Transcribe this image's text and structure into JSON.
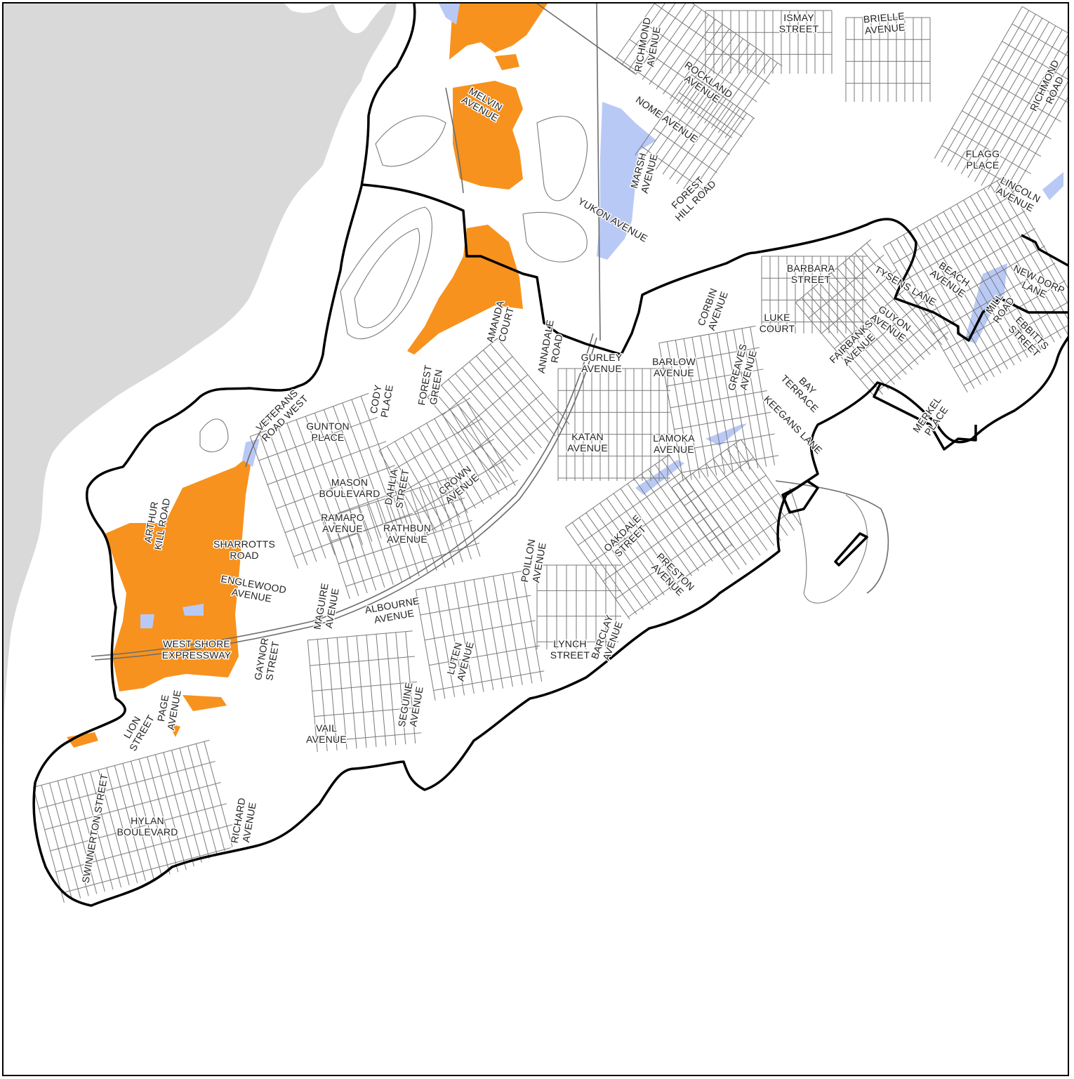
{
  "colors": {
    "water": "#d9d9d9",
    "land": "#ffffff",
    "orange_zone": "#f7921e",
    "blue_zone": "#b9c9f5",
    "road": "#6d6d6d",
    "boundary": "#000000"
  },
  "legend": {},
  "labels": [
    {
      "id": "ismay-street",
      "lines": [
        "ISMAY",
        "STREET"
      ]
    },
    {
      "id": "brielle-avenue",
      "lines": [
        "BRIELLE",
        "AVENUE"
      ]
    },
    {
      "id": "richmond-avenue",
      "lines": [
        "RICHMOND",
        "AVENUE"
      ]
    },
    {
      "id": "rockland-avenue",
      "lines": [
        "ROCKLAND",
        "AVENUE"
      ]
    },
    {
      "id": "nome-avenue",
      "lines": [
        "NOME AVENUE"
      ]
    },
    {
      "id": "marsh-avenue",
      "lines": [
        "MARSH",
        "AVENUE"
      ]
    },
    {
      "id": "forest-hill-road",
      "lines": [
        "FOREST",
        "HILL ROAD"
      ]
    },
    {
      "id": "yukon-avenue",
      "lines": [
        "YUKON AVENUE"
      ]
    },
    {
      "id": "richmond-road",
      "lines": [
        "RICHMOND",
        "ROAD"
      ]
    },
    {
      "id": "flagg-place",
      "lines": [
        "FLAGG",
        "PLACE"
      ]
    },
    {
      "id": "lincoln-avenue",
      "lines": [
        "LINCOLN",
        "AVENUE"
      ]
    },
    {
      "id": "melvin-avenue",
      "lines": [
        "MELVIN",
        "AVENUE"
      ]
    },
    {
      "id": "barbara-street",
      "lines": [
        "BARBARA",
        "STREET"
      ]
    },
    {
      "id": "tysens-lane",
      "lines": [
        "TYSENS LANE"
      ]
    },
    {
      "id": "beach-avenue",
      "lines": [
        "BEACH",
        "AVENUE"
      ]
    },
    {
      "id": "new-dorp-lane",
      "lines": [
        "NEW DORP",
        "LANE"
      ]
    },
    {
      "id": "mill-road",
      "lines": [
        "MILL",
        "ROAD"
      ]
    },
    {
      "id": "ebbitts-street",
      "lines": [
        "EBBITTS",
        "STREET"
      ]
    },
    {
      "id": "amanda-court",
      "lines": [
        "AMANDA",
        "COURT"
      ]
    },
    {
      "id": "annadale-road",
      "lines": [
        "ANNADALE",
        "ROAD"
      ]
    },
    {
      "id": "corbin-avenue",
      "lines": [
        "CORBIN",
        "AVENUE"
      ]
    },
    {
      "id": "luke-court",
      "lines": [
        "LUKE",
        "COURT"
      ]
    },
    {
      "id": "guyon-avenue",
      "lines": [
        "GUYON",
        "AVENUE"
      ]
    },
    {
      "id": "fairbanks-avenue",
      "lines": [
        "FAIRBANKS",
        "AVENUE"
      ]
    },
    {
      "id": "gurley-avenue",
      "lines": [
        "GURLEY",
        "AVENUE"
      ]
    },
    {
      "id": "barlow-avenue",
      "lines": [
        "BARLOW",
        "AVENUE"
      ]
    },
    {
      "id": "greaves-avenue",
      "lines": [
        "GREAVES",
        "AVENUE"
      ]
    },
    {
      "id": "bay-terrace",
      "lines": [
        "BAY",
        "TERRACE"
      ]
    },
    {
      "id": "keegans-lane",
      "lines": [
        "KEEGANS LANE"
      ]
    },
    {
      "id": "merkel-place",
      "lines": [
        "MERKEL",
        "PLACE"
      ]
    },
    {
      "id": "veterans-road-west",
      "lines": [
        "VETERANS",
        "ROAD WEST"
      ]
    },
    {
      "id": "cody-place",
      "lines": [
        "CODY",
        "PLACE"
      ]
    },
    {
      "id": "forest-green",
      "lines": [
        "FOREST",
        "GREEN"
      ]
    },
    {
      "id": "gunton-place",
      "lines": [
        "GUNTON",
        "PLACE"
      ]
    },
    {
      "id": "katan-avenue",
      "lines": [
        "KATAN",
        "AVENUE"
      ]
    },
    {
      "id": "lamoka-avenue",
      "lines": [
        "LAMOKA",
        "AVENUE"
      ]
    },
    {
      "id": "mason-boulevard",
      "lines": [
        "MASON",
        "BOULEVARD"
      ]
    },
    {
      "id": "dahlia-street",
      "lines": [
        "DAHLIA",
        "STREET"
      ]
    },
    {
      "id": "crown-avenue",
      "lines": [
        "CROWN",
        "AVENUE"
      ]
    },
    {
      "id": "arthur-kill-road",
      "lines": [
        "ARTHUR",
        "KILL ROAD"
      ]
    },
    {
      "id": "ramapo-avenue",
      "lines": [
        "RAMAPO",
        "AVENUE"
      ]
    },
    {
      "id": "rathbun-avenue",
      "lines": [
        "RATHBUN",
        "AVENUE"
      ]
    },
    {
      "id": "oakdale-street",
      "lines": [
        "OAKDALE",
        "STREET"
      ]
    },
    {
      "id": "sharrotts-road",
      "lines": [
        "SHARROTTS",
        "ROAD"
      ]
    },
    {
      "id": "poillon-avenue",
      "lines": [
        "POILLON",
        "AVENUE"
      ]
    },
    {
      "id": "preston-avenue",
      "lines": [
        "PRESTON",
        "AVENUE"
      ]
    },
    {
      "id": "englewood-avenue",
      "lines": [
        "ENGLEWOOD",
        "AVENUE"
      ]
    },
    {
      "id": "maguire-avenue",
      "lines": [
        "MAGUIRE",
        "AVENUE"
      ]
    },
    {
      "id": "albourne-avenue",
      "lines": [
        "ALBOURNE",
        "AVENUE"
      ]
    },
    {
      "id": "barclay-avenue",
      "lines": [
        "BARCLAY",
        "AVENUE"
      ]
    },
    {
      "id": "west-shore-expressway",
      "lines": [
        "WEST SHORE",
        "EXPRESSWAY"
      ]
    },
    {
      "id": "gaynor-street",
      "lines": [
        "GAYNOR",
        "STREET"
      ]
    },
    {
      "id": "luten-avenue",
      "lines": [
        "LUTEN",
        "AVENUE"
      ]
    },
    {
      "id": "lynch-street",
      "lines": [
        "LYNCH",
        "STREET"
      ]
    },
    {
      "id": "page-avenue",
      "lines": [
        "PAGE",
        "AVENUE"
      ]
    },
    {
      "id": "seguine-avenue",
      "lines": [
        "SEGUINE",
        "AVENUE"
      ]
    },
    {
      "id": "lion-street",
      "lines": [
        "LION",
        "STREET"
      ]
    },
    {
      "id": "vail-avenue",
      "lines": [
        "VAIL",
        "AVENUE"
      ]
    },
    {
      "id": "swinnerton-street",
      "lines": [
        "SWINNERTON STREET"
      ]
    },
    {
      "id": "hylan-boulevard",
      "lines": [
        "HYLAN",
        "BOULEVARD"
      ]
    },
    {
      "id": "richard-avenue",
      "lines": [
        "RICHARD",
        "AVENUE"
      ]
    }
  ]
}
